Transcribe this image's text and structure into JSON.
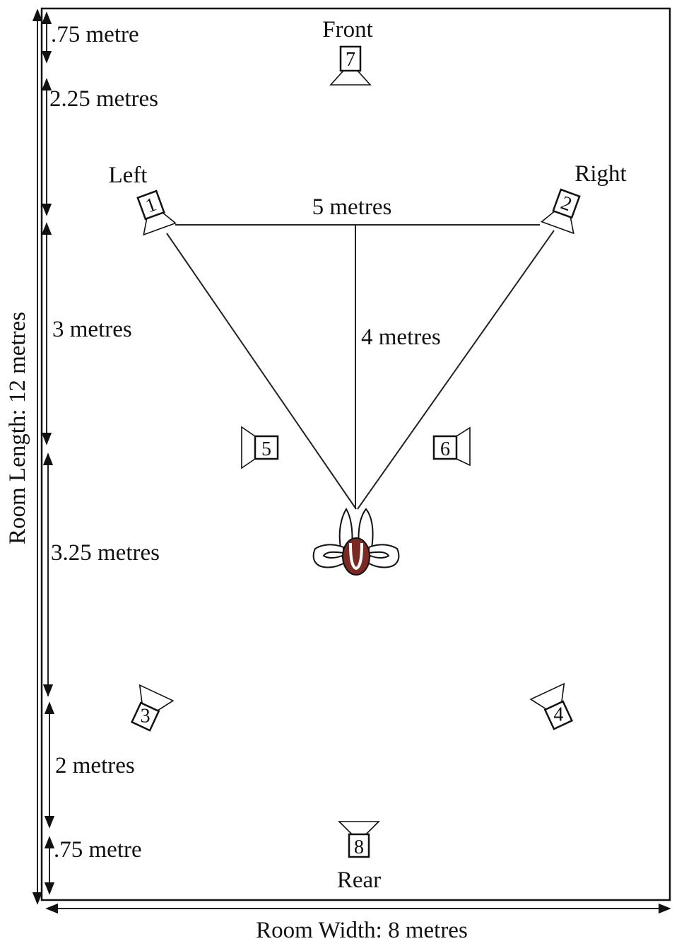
{
  "room": {
    "length_label": "Room Length: 12  metres",
    "width_label": "Room Width: 8 metres"
  },
  "positions": {
    "front": "Front",
    "rear": "Rear",
    "left": "Left",
    "right": "Right"
  },
  "distances": {
    "speaker_spacing": "5 metres",
    "listener_distance": "4 metres"
  },
  "vertical_segments": [
    ".75 metre",
    "2.25 metres",
    "3 metres",
    "3.25 metres",
    "2 metres",
    ".75 metre"
  ],
  "speakers": {
    "s1": "1",
    "s2": "2",
    "s3": "3",
    "s4": "4",
    "s5": "5",
    "s6": "6",
    "s7": "7",
    "s8": "8"
  },
  "colors": {
    "line": "#222222",
    "head": "#7a2a22"
  }
}
